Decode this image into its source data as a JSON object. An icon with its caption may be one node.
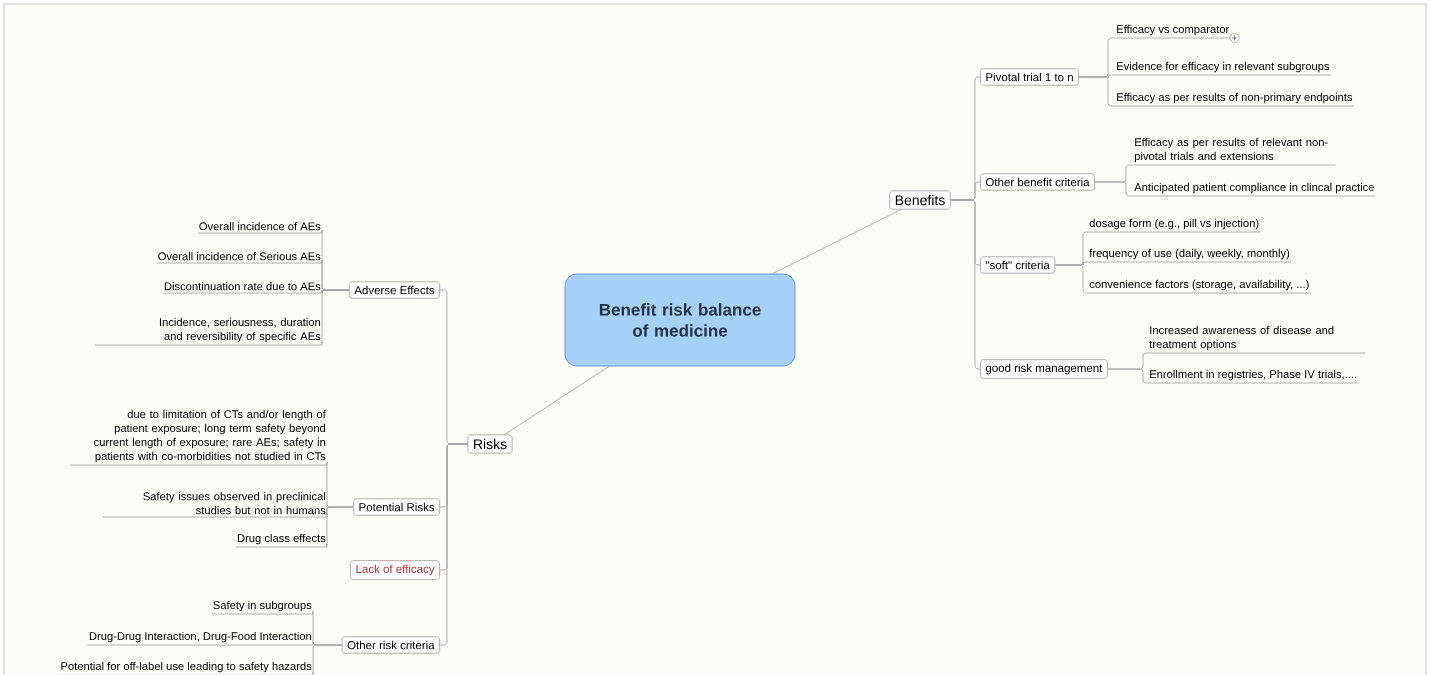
{
  "diagram": {
    "nodes": [
      {
        "text": [
          "Benefit risk balance of medicine"
        ]
      },
      {
        "text": [
          "Benefits"
        ]
      },
      {
        "text": [
          "Pivotal trial 1 to n"
        ]
      },
      {
        "text": [
          "Efficacy vs comparator"
        ]
      },
      {
        "text": [
          "Evidence for efficacy in relevant subgroups"
        ]
      },
      {
        "text": [
          "Efficacy as per results of non-primary endpoints"
        ]
      },
      {
        "text": [
          "Other benefit criteria"
        ]
      },
      {
        "text": [
          "Efficacy as per results of relevant non-pivotal trials and extensions"
        ]
      },
      {
        "text": [
          "Anticipated patient compliance in clincal practice"
        ]
      },
      {
        "text": [
          "\"soft\" criteria"
        ]
      },
      {
        "text": [
          "dosage form (e.g., pill vs injection)"
        ]
      },
      {
        "text": [
          "frequency of use (daily, weekly, monthly)"
        ]
      },
      {
        "text": [
          "convenience factors (storage, availability, ...)"
        ]
      },
      {
        "text": [
          "good risk management"
        ]
      },
      {
        "text": [
          "Increased awareness of disease and treatment options"
        ]
      },
      {
        "text": [
          "Enrollment in registries, Phase IV trials,...."
        ]
      },
      {
        "text": [
          "Risks"
        ]
      },
      {
        "text": [
          "Adverse Effects"
        ]
      },
      {
        "text": [
          "Overall incidence of AEs"
        ]
      },
      {
        "text": [
          "Overall incidence of Serious AEs"
        ]
      },
      {
        "text": [
          "Discontinuation rate due to AEs"
        ]
      },
      {
        "text": [
          "Incidence, seriousness, duration and reversibility of specific AEs"
        ]
      },
      {
        "text": [
          "Potential Risks"
        ]
      },
      {
        "text": [
          "due to limitation of CTs and/or length of patient exposure; long term safety beyond current length of exposure; rare AEs; safety in patients with co-morbidities not studied in CTs"
        ]
      },
      {
        "text": [
          "Safety issues observed in preclinical studies but not in humans"
        ]
      },
      {
        "text": [
          "Drug class effects"
        ]
      },
      {
        "text": [
          "Lack of efficacy"
        ]
      },
      {
        "text": [
          "Other risk criteria"
        ]
      },
      {
        "text": [
          "Safety in subgroups"
        ]
      },
      {
        "text": [
          "Drug-Drug Interaction, Drug-Food Interaction"
        ]
      },
      {
        "text": [
          "Potential for off-label use leading to safety hazards"
        ]
      }
    ],
    "edges": [
      {
        "from": 0,
        "to": 1,
        "arrow": "none"
      },
      {
        "from": 1,
        "to": 2,
        "arrow": "none"
      },
      {
        "from": 1,
        "to": 6,
        "arrow": "none"
      },
      {
        "from": 1,
        "to": 9,
        "arrow": "none"
      },
      {
        "from": 1,
        "to": 13,
        "arrow": "none"
      },
      {
        "from": 2,
        "to": 3,
        "arrow": "none"
      },
      {
        "from": 2,
        "to": 4,
        "arrow": "none"
      },
      {
        "from": 2,
        "to": 5,
        "arrow": "none"
      },
      {
        "from": 6,
        "to": 7,
        "arrow": "none"
      },
      {
        "from": 6,
        "to": 8,
        "arrow": "none"
      },
      {
        "from": 9,
        "to": 10,
        "arrow": "none"
      },
      {
        "from": 9,
        "to": 11,
        "arrow": "none"
      },
      {
        "from": 9,
        "to": 12,
        "arrow": "none"
      },
      {
        "from": 13,
        "to": 14,
        "arrow": "none"
      },
      {
        "from": 13,
        "to": 15,
        "arrow": "none"
      },
      {
        "from": 0,
        "to": 16,
        "arrow": "none"
      },
      {
        "from": 16,
        "to": 17,
        "arrow": "none"
      },
      {
        "from": 16,
        "to": 22,
        "arrow": "none"
      },
      {
        "from": 16,
        "to": 26,
        "arrow": "none"
      },
      {
        "from": 16,
        "to": 27,
        "arrow": "none"
      },
      {
        "from": 17,
        "to": 18,
        "arrow": "none"
      },
      {
        "from": 17,
        "to": 19,
        "arrow": "none"
      },
      {
        "from": 17,
        "to": 20,
        "arrow": "none"
      },
      {
        "from": 17,
        "to": 21,
        "arrow": "none"
      },
      {
        "from": 22,
        "to": 23,
        "arrow": "none"
      },
      {
        "from": 22,
        "to": 24,
        "arrow": "none"
      },
      {
        "from": 22,
        "to": 25,
        "arrow": "none"
      },
      {
        "from": 27,
        "to": 28,
        "arrow": "none"
      },
      {
        "from": 27,
        "to": 29,
        "arrow": "none"
      },
      {
        "from": 27,
        "to": 30,
        "arrow": "none"
      }
    ]
  }
}
